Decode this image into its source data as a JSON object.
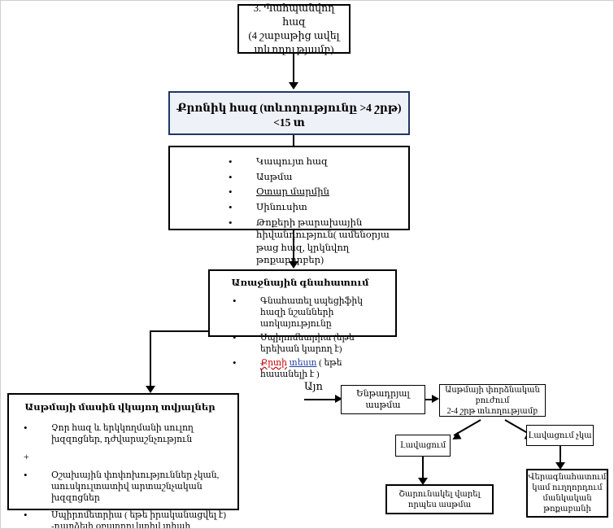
{
  "diagram": {
    "title_node": {
      "line1": "3. Պահպանվող հազ",
      "line2": "(4 շաբաթից ավել",
      "line3": "տևողությամբ)"
    },
    "chronic_node": {
      "text": "Քրոնիկ հազ (տևողությունը >4 շրթ) <15 տ",
      "border_color": "#1f3864",
      "fill_color": "#eef1f7"
    },
    "causes_node": {
      "items": [
        "Կապույտ հազ",
        "Ասթմա",
        "Օտար մարմին",
        "Սինուսիտ",
        "Թոքերի թարախային հիվանդություն( ամենօրյա թաց հազ, կրկնվող թոքաբորբեր)"
      ]
    },
    "assessment_node": {
      "title": "Առաջնային գնահատում",
      "items": [
        "Գնահատել սպեցիֆիկ հազի նշանների առկայությունը",
        "Սպիրոմետրիա (եթե երեխան կարող է)",
        "Քրտի տեստ ( եթե հասանելի է )"
      ],
      "item3_parts": {
        "spell": "Քրտի",
        "link": "տեստ",
        "rest": "( եթե հասանելի է )"
      }
    },
    "asthma_evidence_node": {
      "title": "Ասթմայի մասին վկայող տվյալներ",
      "items": [
        "Չոր հազ և երկկողմանի սուլող խզզոցներ, դժվարաշնչություն",
        "Օշախային փոփոխություններ չկան, աուսկուլտատիվ արտաշնչական խզզոցներ",
        "Սպիրոմետրիա ( եթե իրականացվել է) -դարձելի օբստրուկտիվ տիպի փոփոխություններ կամ նորման"
      ],
      "plus_symbol": "+"
    },
    "yes_label": "Այո",
    "suspected_asthma_node": {
      "text": "Ենթադրյալ ասթմա"
    },
    "trial_node": {
      "line1": "Ասթմայի փորձնական բուժում",
      "line2": "2-4 շրթ տևողությամբ"
    },
    "improved_node": {
      "text": "Լավացում"
    },
    "not_improved_node": {
      "text": "Լավացում չկա"
    },
    "continue_node": {
      "line1": "Շարունակել վարել",
      "line2": "որպես ասթմա"
    },
    "reassess_node": {
      "line1": "Վերագնահատում",
      "line2": "կամ ուղղորդում",
      "line3": "մանկական",
      "line4": "թոքաբանի"
    }
  }
}
